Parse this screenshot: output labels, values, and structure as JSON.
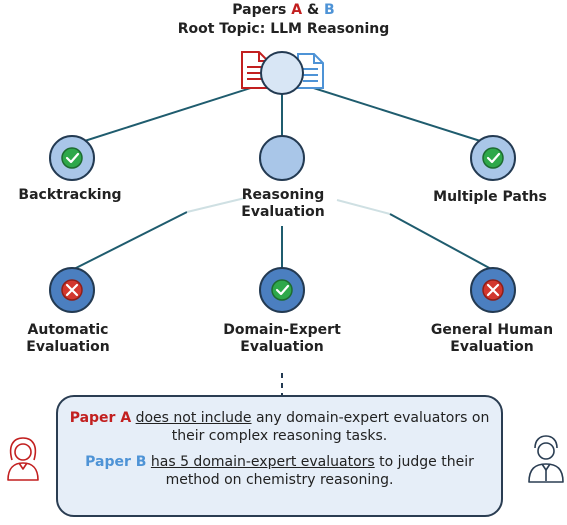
{
  "header": {
    "papers_prefix": "Papers ",
    "paper_a": "A",
    "ampersand": " & ",
    "paper_b": "B",
    "root_topic": "Root Topic: LLM Reasoning"
  },
  "nodes": {
    "backtracking": {
      "label": "Backtracking",
      "status": "check"
    },
    "reasoning_evaluation": {
      "label_line1": "Reasoning",
      "label_line2": "Evaluation",
      "status": "none"
    },
    "multiple_paths": {
      "label": "Multiple Paths",
      "status": "check"
    },
    "automatic_evaluation": {
      "label_line1": "Automatic",
      "label_line2": "Evaluation",
      "status": "cross"
    },
    "domain_expert_evaluation": {
      "label_line1": "Domain-Expert",
      "label_line2": "Evaluation",
      "status": "check"
    },
    "general_human_evaluation": {
      "label_line1": "General Human",
      "label_line2": "Evaluation",
      "status": "cross"
    }
  },
  "callout": {
    "a_label": "Paper A",
    "a_underlined": "does not include",
    "a_rest": " any domain-expert evaluators on their complex reasoning tasks.",
    "b_label": "Paper B",
    "b_underlined": "has 5 domain-expert evaluators",
    "b_rest": " to judge their method on chemistry reasoning."
  },
  "colors": {
    "paper_a": "#c21f1f",
    "paper_b": "#4e93d6",
    "node_fill": "#a9c6e8",
    "node_stroke": "#233a52",
    "check_green": "#2ea84a",
    "cross_red": "#d2372e",
    "line": "#1f5c6e",
    "faded_line": "#cfe0e3",
    "callout_bg": "#e6eef8"
  }
}
